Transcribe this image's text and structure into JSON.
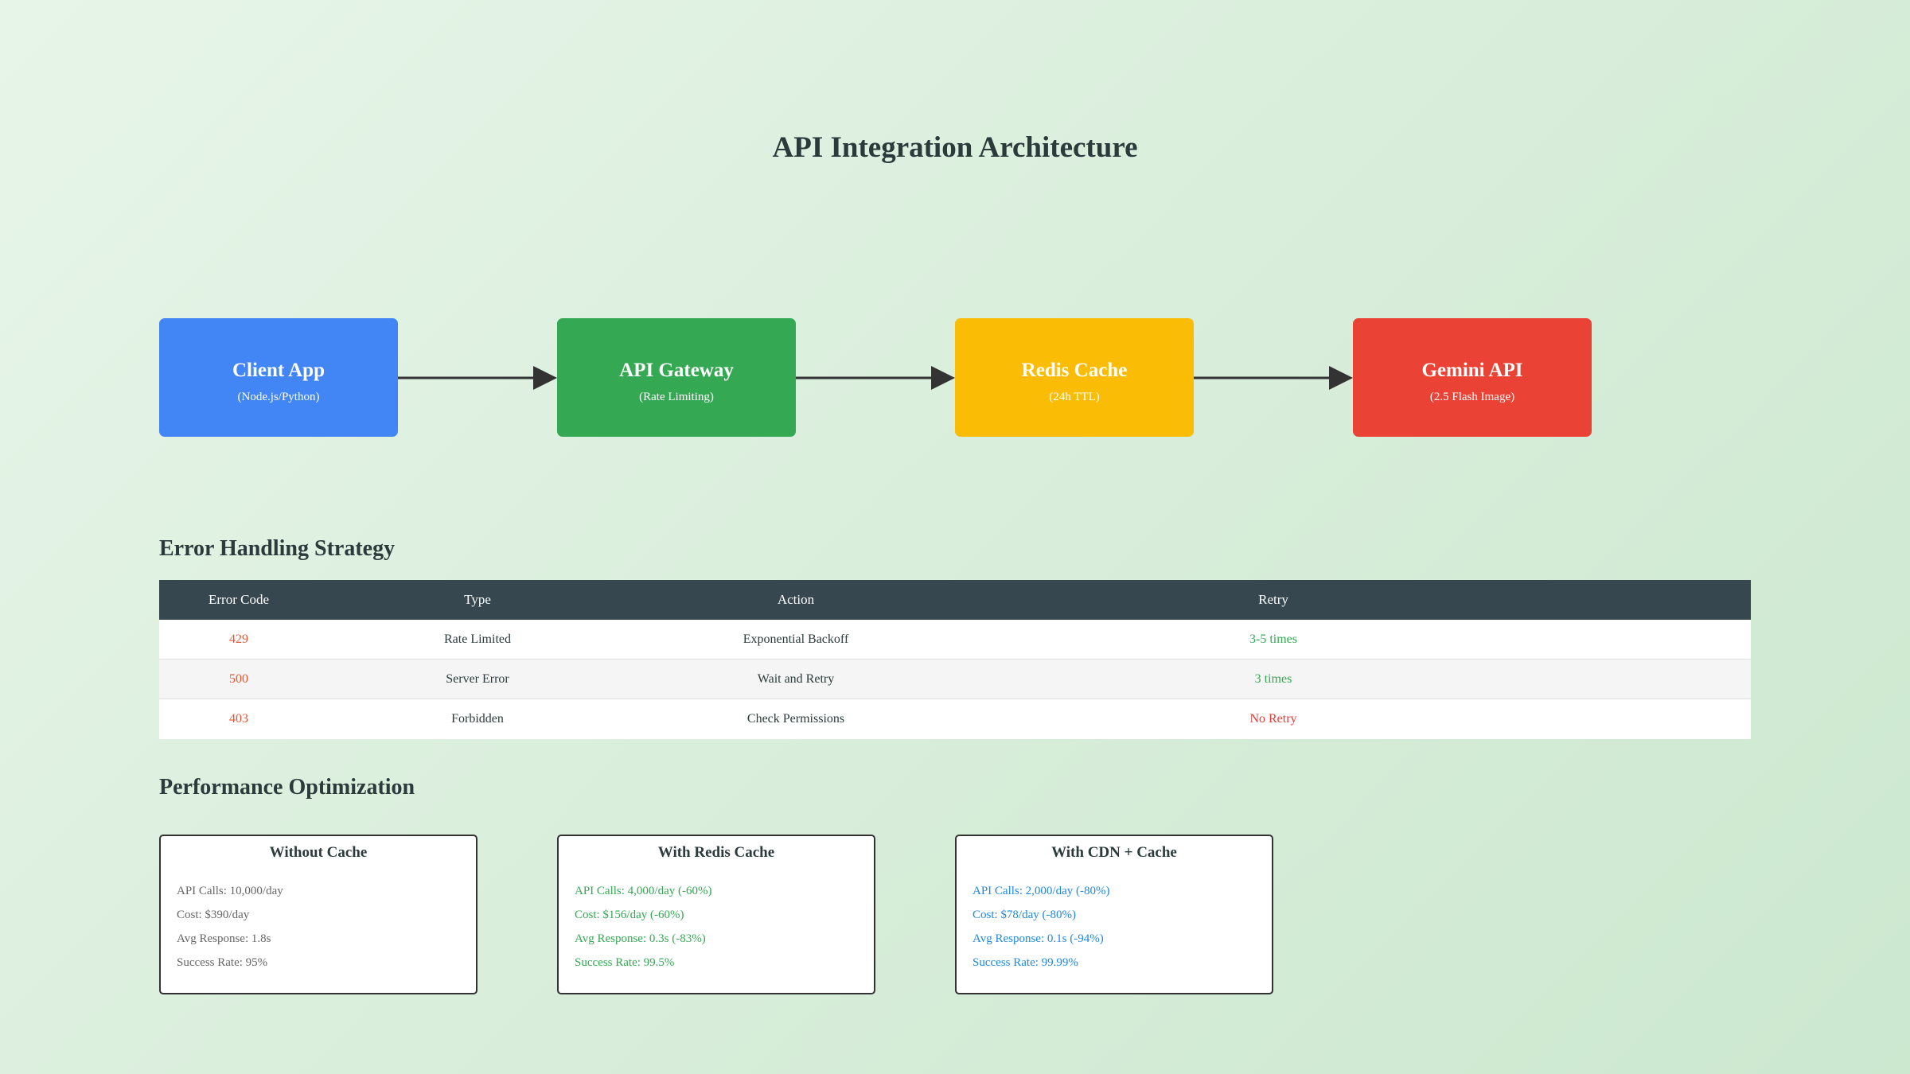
{
  "title": "API Integration Architecture",
  "colors": {
    "client": "#4285f4",
    "gateway": "#34a853",
    "cache": "#fbbc05",
    "gemini": "#ea4335",
    "arrow": "#333333"
  },
  "flow": [
    {
      "title": "Client App",
      "subtitle": "(Node.js/Python)"
    },
    {
      "title": "API Gateway",
      "subtitle": "(Rate Limiting)"
    },
    {
      "title": "Redis Cache",
      "subtitle": "(24h TTL)"
    },
    {
      "title": "Gemini API",
      "subtitle": "(2.5 Flash Image)"
    }
  ],
  "errors": {
    "title": "Error Handling Strategy",
    "headers": [
      "Error Code",
      "Type",
      "Action",
      "Retry"
    ],
    "rows": [
      {
        "code": "429",
        "type": "Rate Limited",
        "action": "Exponential Backoff",
        "retry": "3-5 times"
      },
      {
        "code": "500",
        "type": "Server Error",
        "action": "Wait and Retry",
        "retry": "3 times"
      },
      {
        "code": "403",
        "type": "Forbidden",
        "action": "Check Permissions",
        "retry": "No Retry"
      }
    ]
  },
  "performance": {
    "title": "Performance Optimization",
    "cards": [
      {
        "title": "Without Cache",
        "items": [
          "API Calls: 10,000/day",
          "Cost: $390/day",
          "Avg Response: 1.8s",
          "Success Rate: 95%"
        ]
      },
      {
        "title": "With Redis Cache",
        "items": [
          "API Calls: 4,000/day (-60%)",
          "Cost: $156/day (-60%)",
          "Avg Response: 0.3s (-83%)",
          "Success Rate: 99.5%"
        ]
      },
      {
        "title": "With CDN + Cache",
        "items": [
          "API Calls: 2,000/day (-80%)",
          "Cost: $78/day (-80%)",
          "Avg Response: 0.1s (-94%)",
          "Success Rate: 99.99%"
        ]
      }
    ]
  }
}
